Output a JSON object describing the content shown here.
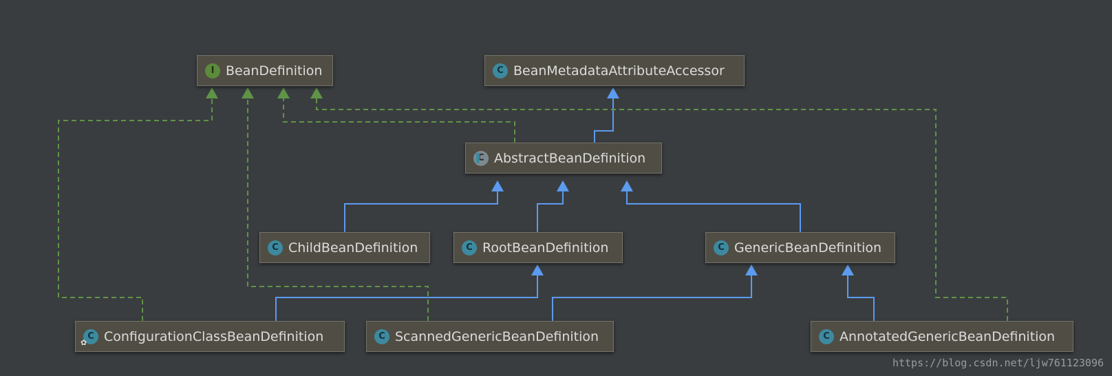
{
  "nodes": {
    "bean_definition": {
      "label": "BeanDefinition",
      "kind": "interface",
      "icon_letter": "I"
    },
    "bean_metadata_attribute_accessor": {
      "label": "BeanMetadataAttributeAccessor",
      "kind": "class",
      "icon_letter": "C"
    },
    "abstract_bean_definition": {
      "label": "AbstractBeanDefinition",
      "kind": "abstract",
      "icon_letter": "C"
    },
    "child_bean_definition": {
      "label": "ChildBeanDefinition",
      "kind": "class",
      "icon_letter": "C"
    },
    "root_bean_definition": {
      "label": "RootBeanDefinition",
      "kind": "class",
      "icon_letter": "C"
    },
    "generic_bean_definition": {
      "label": "GenericBeanDefinition",
      "kind": "class",
      "icon_letter": "C"
    },
    "configuration_class_bean_definition": {
      "label": "ConfigurationClassBeanDefinition",
      "kind": "class",
      "icon_letter": "C"
    },
    "scanned_generic_bean_definition": {
      "label": "ScannedGenericBeanDefinition",
      "kind": "class",
      "icon_letter": "C"
    },
    "annotated_generic_bean_definition": {
      "label": "AnnotatedGenericBeanDefinition",
      "kind": "class",
      "icon_letter": "C"
    }
  },
  "edges": [
    {
      "from": "abstract_bean_definition",
      "to": "bean_metadata_attribute_accessor",
      "type": "extends"
    },
    {
      "from": "abstract_bean_definition",
      "to": "bean_definition",
      "type": "implements"
    },
    {
      "from": "child_bean_definition",
      "to": "abstract_bean_definition",
      "type": "extends"
    },
    {
      "from": "root_bean_definition",
      "to": "abstract_bean_definition",
      "type": "extends"
    },
    {
      "from": "generic_bean_definition",
      "to": "abstract_bean_definition",
      "type": "extends"
    },
    {
      "from": "configuration_class_bean_definition",
      "to": "root_bean_definition",
      "type": "extends"
    },
    {
      "from": "configuration_class_bean_definition",
      "to": "bean_definition",
      "type": "implements"
    },
    {
      "from": "scanned_generic_bean_definition",
      "to": "generic_bean_definition",
      "type": "extends"
    },
    {
      "from": "scanned_generic_bean_definition",
      "to": "bean_definition",
      "type": "implements"
    },
    {
      "from": "annotated_generic_bean_definition",
      "to": "generic_bean_definition",
      "type": "extends"
    },
    {
      "from": "annotated_generic_bean_definition",
      "to": "bean_definition",
      "type": "implements"
    }
  ],
  "colors": {
    "background": "#3a3d40",
    "extends_line": "#5b9bf0",
    "implements_line": "#5f9446"
  },
  "watermark": "https://blog.csdn.net/ljw761123096"
}
